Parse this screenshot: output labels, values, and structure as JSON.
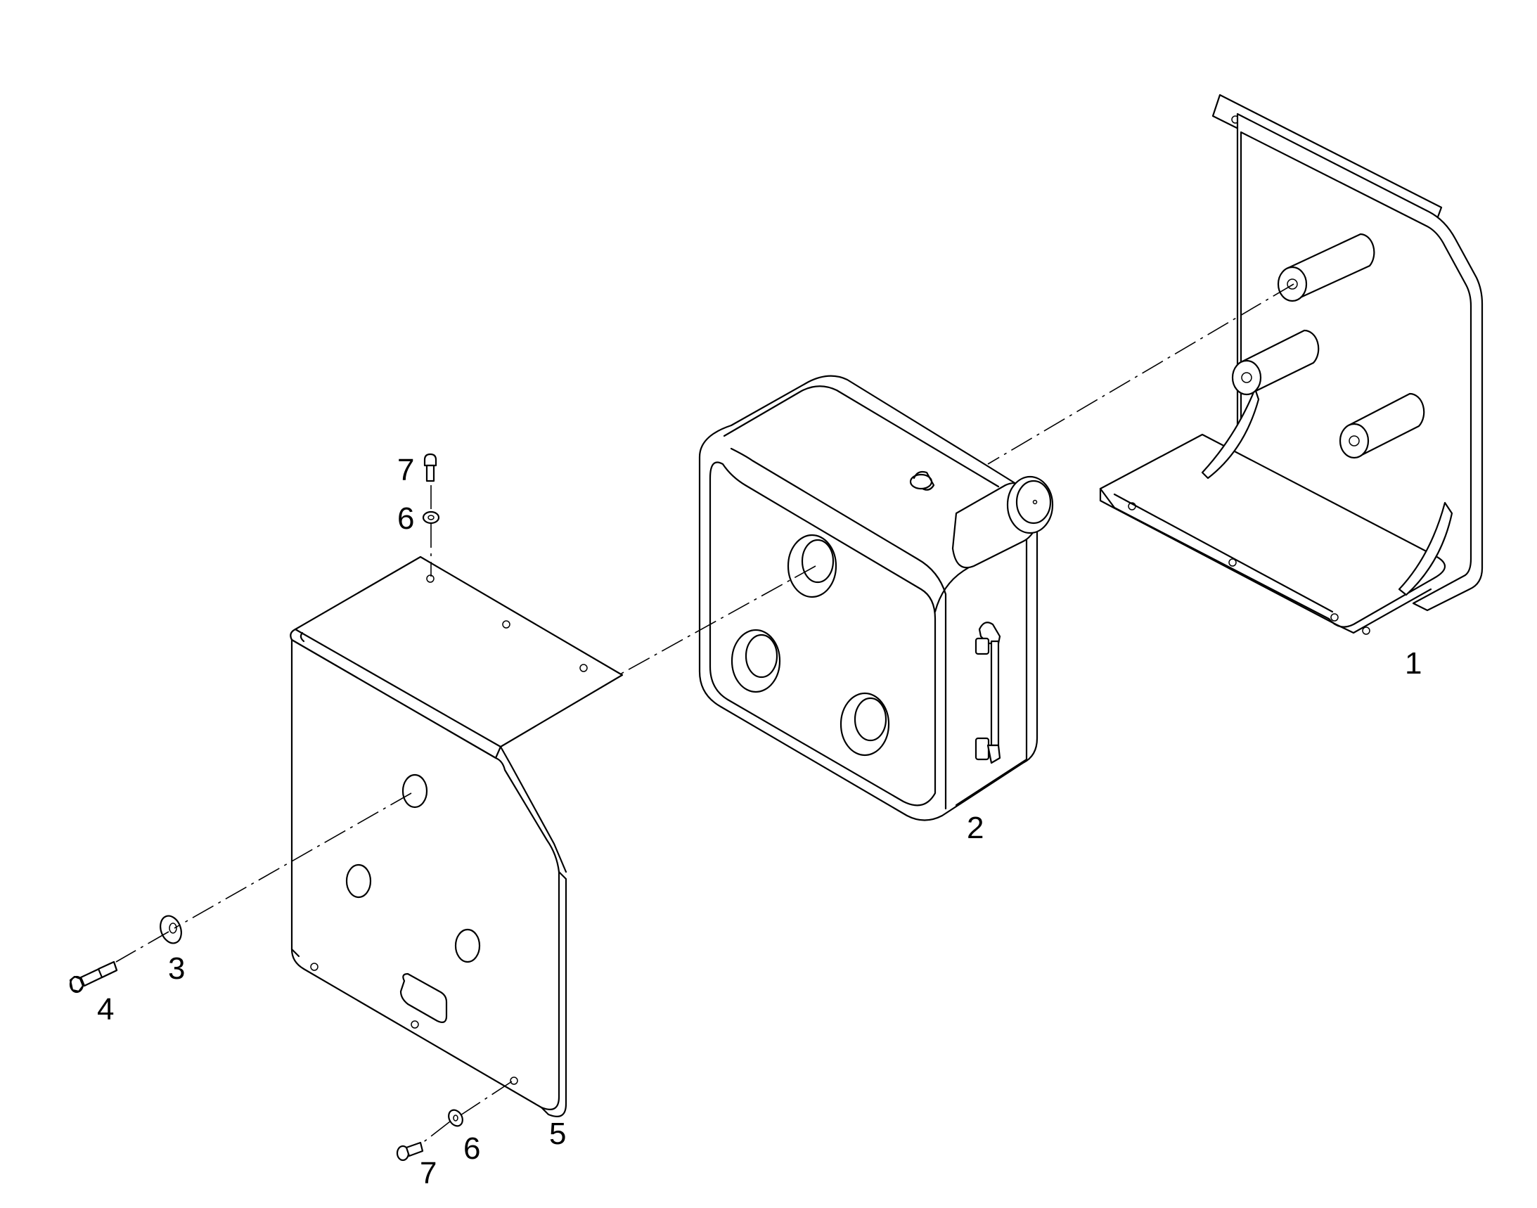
{
  "callouts": [
    {
      "id": "c1",
      "text": "1"
    },
    {
      "id": "c2",
      "text": "2"
    },
    {
      "id": "c3",
      "text": "3"
    },
    {
      "id": "c4",
      "text": "4"
    },
    {
      "id": "c5",
      "text": "5"
    },
    {
      "id": "c6a",
      "text": "6"
    },
    {
      "id": "c6b",
      "text": "6"
    },
    {
      "id": "c7a",
      "text": "7"
    },
    {
      "id": "c7b",
      "text": "7"
    }
  ]
}
